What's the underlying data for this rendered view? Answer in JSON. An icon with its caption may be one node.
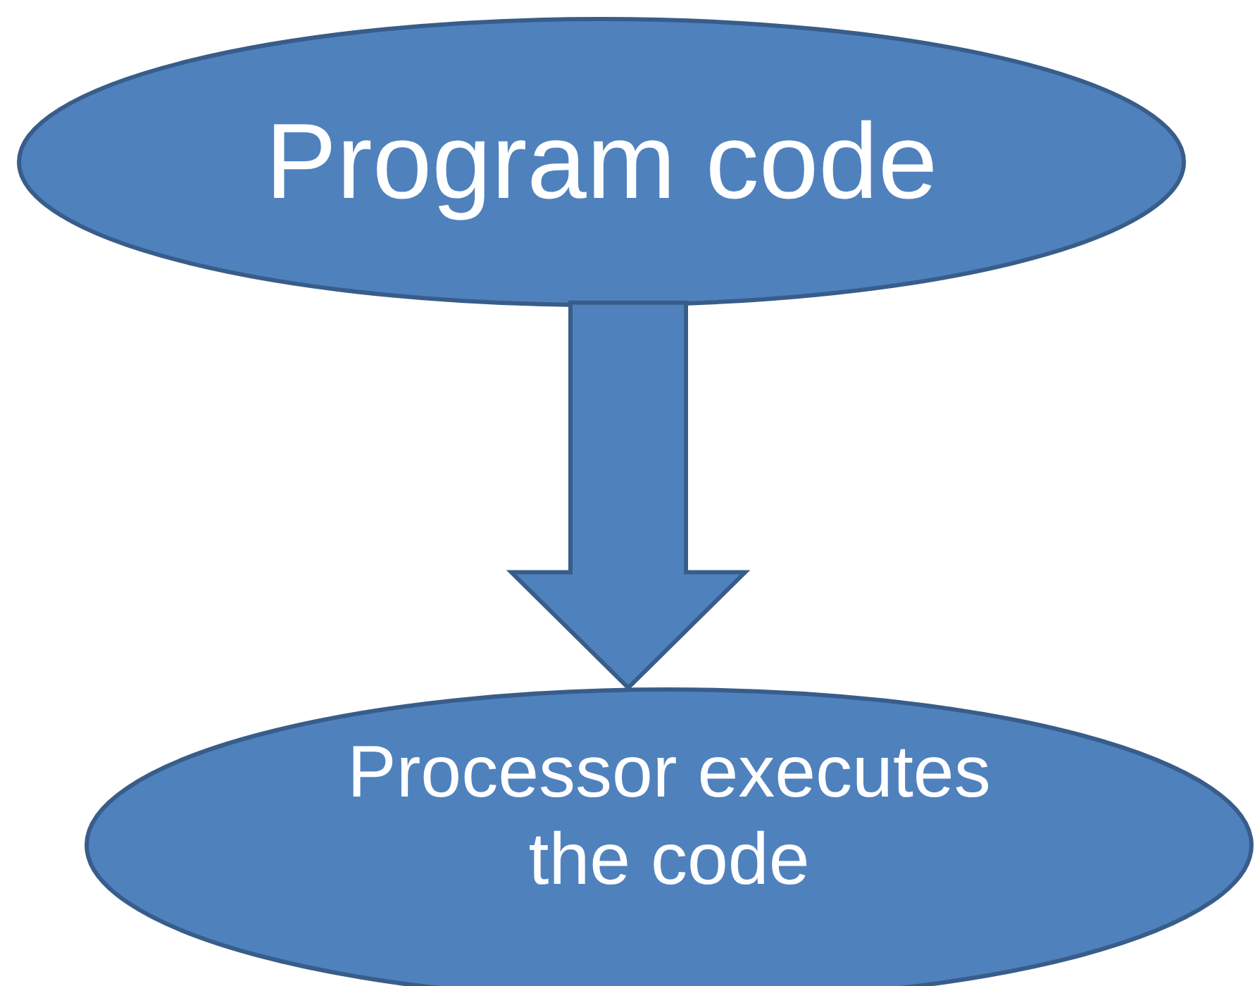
{
  "diagram": {
    "nodes": [
      {
        "text": [
          "Program code"
        ]
      },
      {
        "text": [
          "Processor executes the code"
        ]
      }
    ],
    "edges": [
      {
        "from": 0,
        "to": 1,
        "arrow": "to",
        "style": "thick"
      }
    ]
  }
}
